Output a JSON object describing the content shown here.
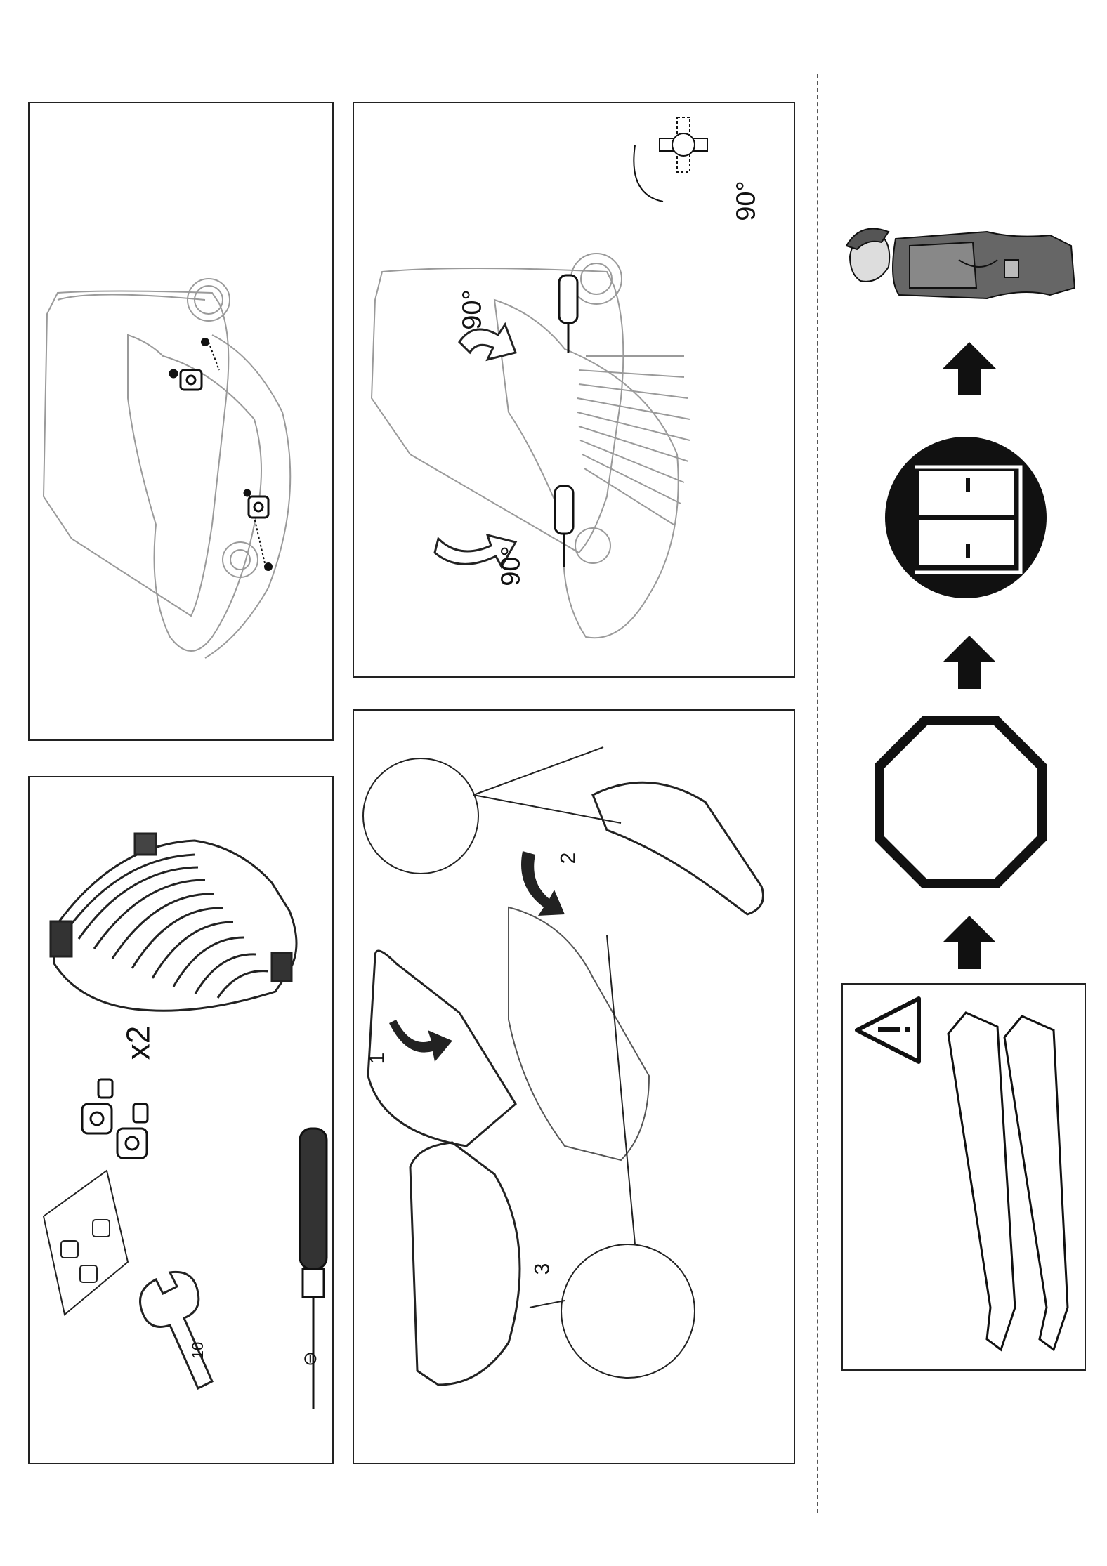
{
  "step_labels": {
    "quantity_x2": "x2",
    "wrench_size": "10",
    "screwdriver_type": "⊖",
    "angle_upper": "90°",
    "angle_lower": "90°",
    "angle_knob": "90°",
    "step_1": "1",
    "step_2": "2",
    "step_3": "3"
  },
  "flow": {
    "steps": [
      "warning-blades",
      "stop-engine",
      "read-manual",
      "mechanic"
    ],
    "arrows": 3
  },
  "colors": {
    "line": "#222222",
    "light_line": "#9a9a9a",
    "fill_dark": "#111111"
  }
}
